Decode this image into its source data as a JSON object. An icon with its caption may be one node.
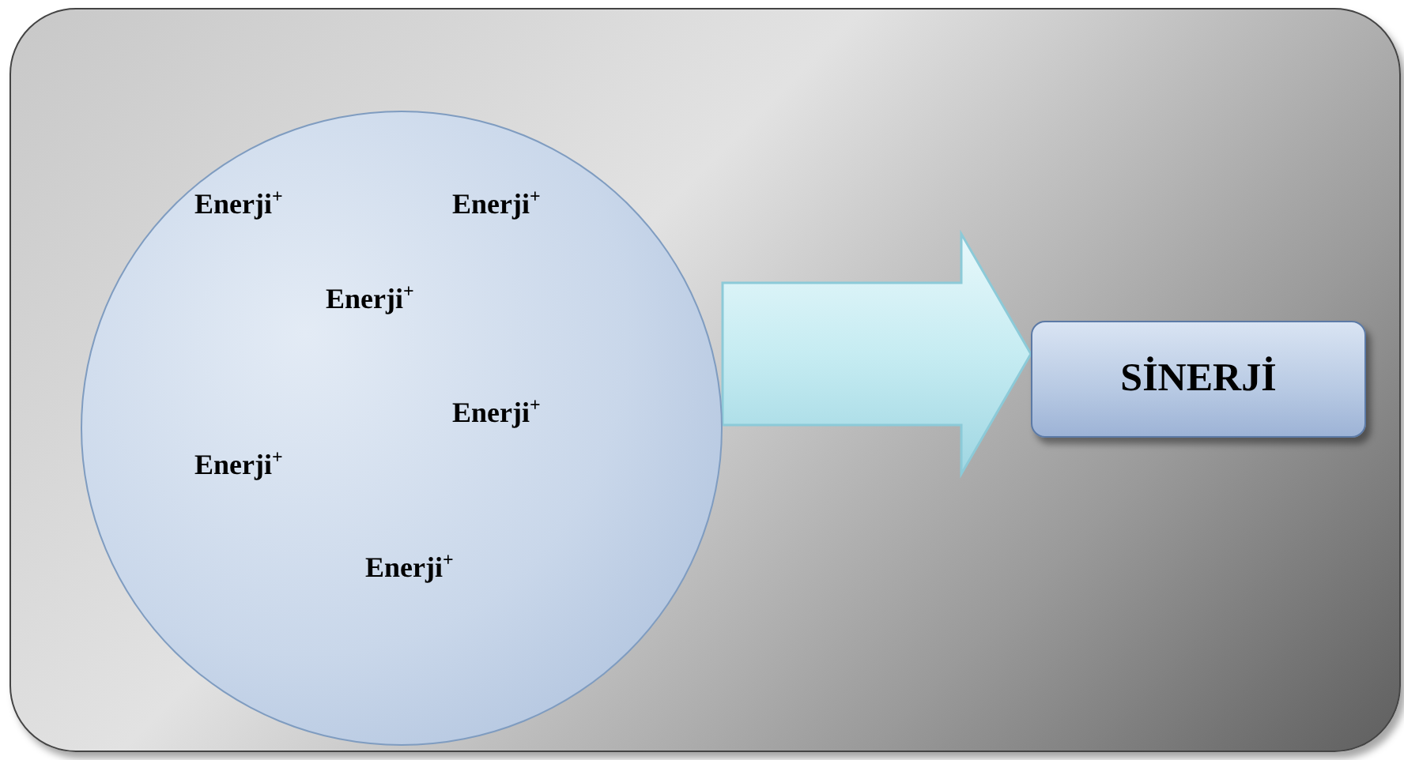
{
  "diagram": {
    "nodes": [
      {
        "text": [
          "Enerji$^{+}$",
          "Enerji$^{+}$",
          "Enerji$^{+}$",
          "Enerji$^{+}$",
          "Enerji$^{+}$",
          "Enerji$^{+}$"
        ]
      },
      {
        "text": [
          "SİNERJİ"
        ]
      }
    ],
    "edges": [
      {
        "from": 0,
        "to": 1,
        "arrow": "to"
      }
    ]
  }
}
